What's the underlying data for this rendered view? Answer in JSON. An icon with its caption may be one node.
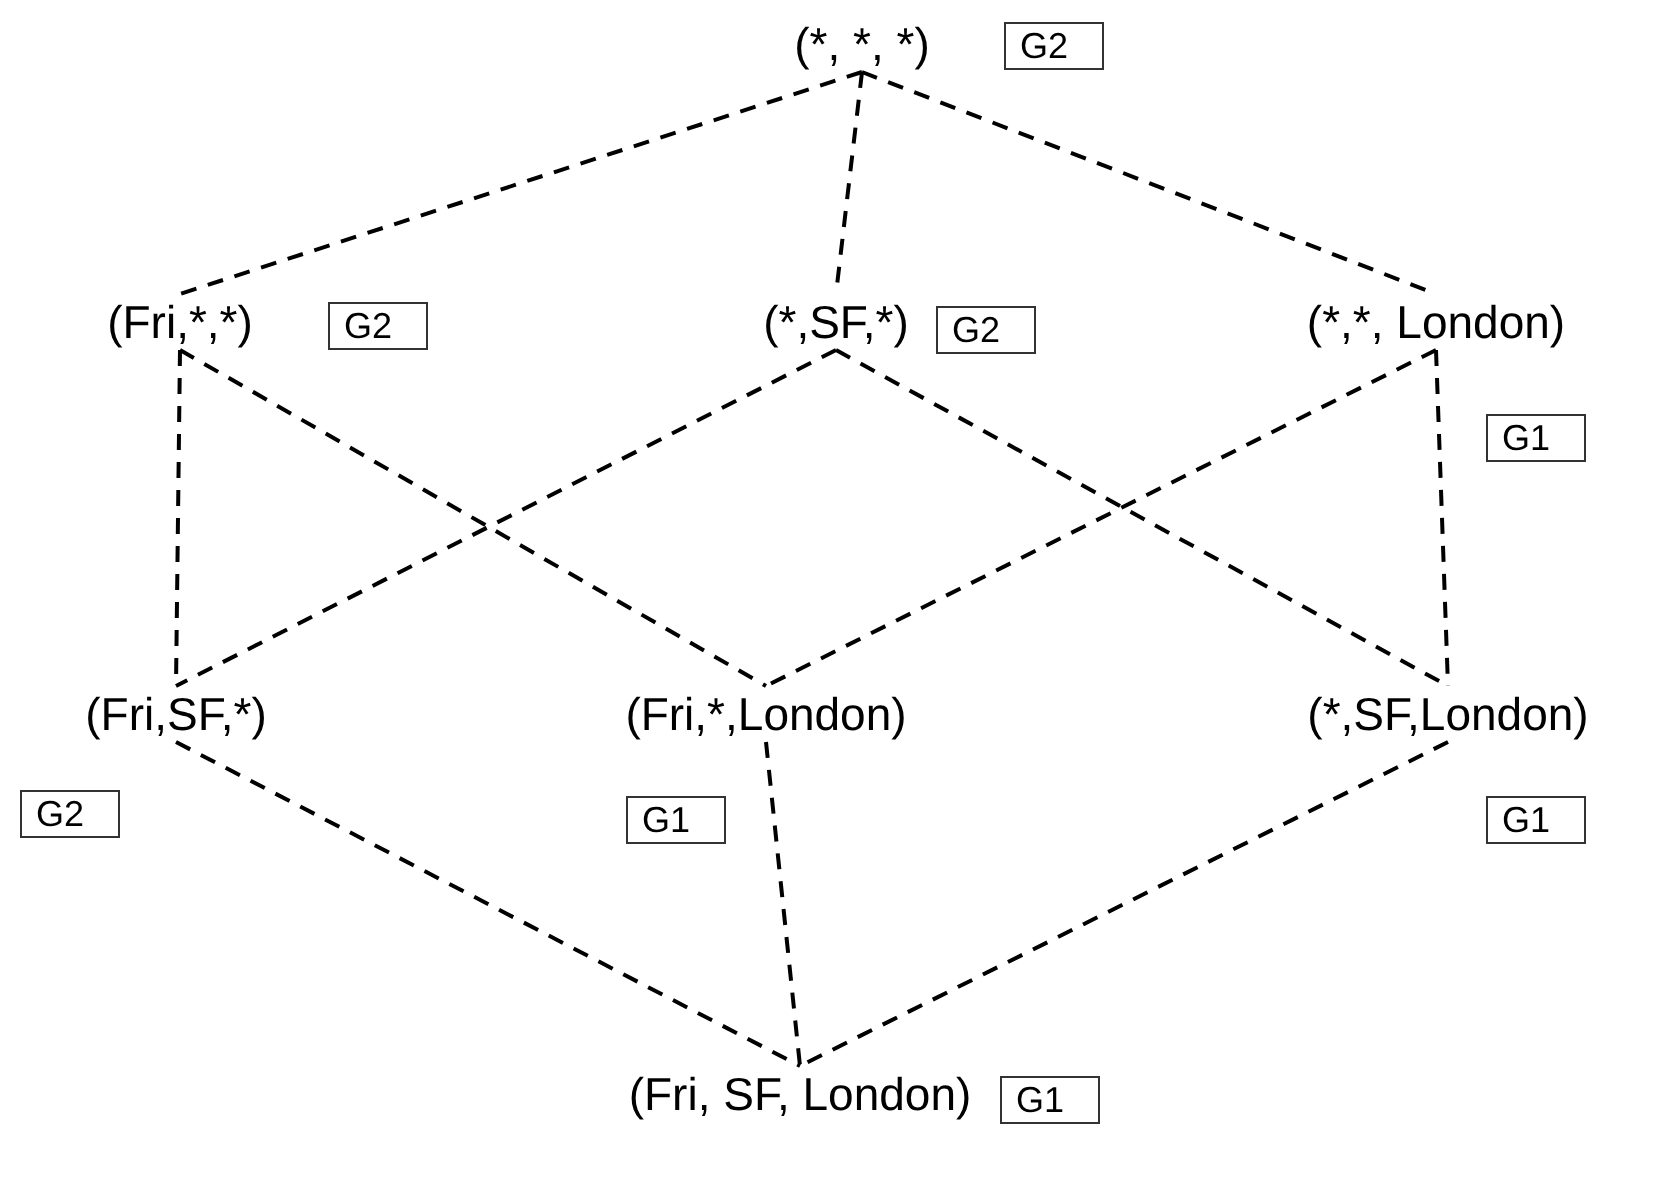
{
  "diagram": {
    "nodes": [
      {
        "text": [
          "(*, *, *)"
        ]
      },
      {
        "text": [
          "G2"
        ]
      },
      {
        "text": [
          "(Fri,*,*)"
        ]
      },
      {
        "text": [
          "G2"
        ]
      },
      {
        "text": [
          "(*,SF,*)"
        ]
      },
      {
        "text": [
          "G2"
        ]
      },
      {
        "text": [
          "(*,*, London)"
        ]
      },
      {
        "text": [
          "G1"
        ]
      },
      {
        "text": [
          "(Fri,SF,*)"
        ]
      },
      {
        "text": [
          "(Fri,*,London)"
        ]
      },
      {
        "text": [
          "(*,SF,London)"
        ]
      },
      {
        "text": [
          "G2"
        ]
      },
      {
        "text": [
          "G1"
        ]
      },
      {
        "text": [
          "G1"
        ]
      },
      {
        "text": [
          "(Fri, SF, London)"
        ]
      },
      {
        "text": [
          "G1"
        ]
      }
    ],
    "edges": [
      {
        "from": 0,
        "to": 2,
        "arrow": "none",
        "style": "dashed"
      },
      {
        "from": 0,
        "to": 4,
        "arrow": "none",
        "style": "dashed"
      },
      {
        "from": 0,
        "to": 6,
        "arrow": "none",
        "style": "dashed"
      },
      {
        "from": 2,
        "to": 8,
        "arrow": "none",
        "style": "dashed"
      },
      {
        "from": 2,
        "to": 9,
        "arrow": "none",
        "style": "dashed"
      },
      {
        "from": 4,
        "to": 8,
        "arrow": "none",
        "style": "dashed"
      },
      {
        "from": 4,
        "to": 10,
        "arrow": "none",
        "style": "dashed"
      },
      {
        "from": 6,
        "to": 9,
        "arrow": "none",
        "style": "dashed"
      },
      {
        "from": 6,
        "to": 10,
        "arrow": "none",
        "style": "dashed"
      },
      {
        "from": 8,
        "to": 14,
        "arrow": "none",
        "style": "dashed"
      },
      {
        "from": 9,
        "to": 14,
        "arrow": "none",
        "style": "dashed"
      },
      {
        "from": 10,
        "to": 14,
        "arrow": "none",
        "style": "dashed"
      }
    ]
  }
}
